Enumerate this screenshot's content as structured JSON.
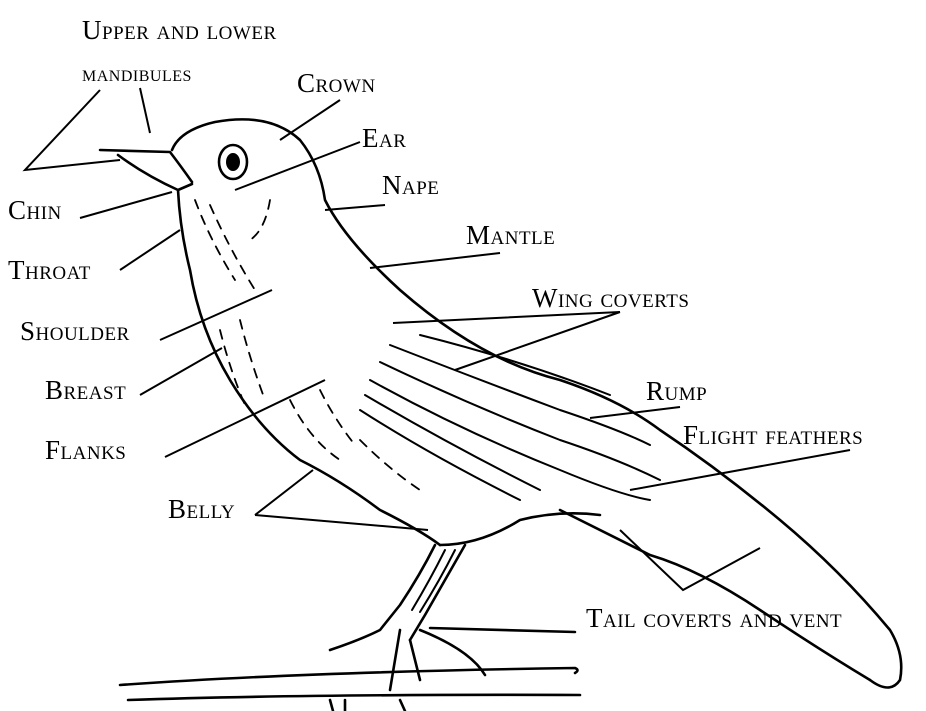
{
  "labels": {
    "mandibles_line1": "Upper and lower",
    "mandibles_line2": "mandibules",
    "crown": "Crown",
    "ear": "Ear",
    "chin": "Chin",
    "nape": "Nape",
    "throat": "Throat",
    "mantle": "Mantle",
    "shoulder": "Shoulder",
    "wing_coverts": "Wing coverts",
    "breast": "Breast",
    "rump": "Rump",
    "flanks": "Flanks",
    "flight_feathers": "Flight feathers",
    "belly": "Belly",
    "tail_coverts_and_vent": "Tail coverts and vent"
  }
}
